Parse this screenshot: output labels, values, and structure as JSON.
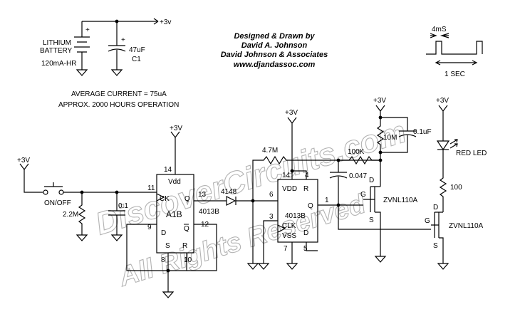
{
  "credits": {
    "line1": "Designed & Drawn by",
    "line2": "David A. Johnson",
    "line3": "David Johnson & Associates",
    "line4": "www.djandassoc.com"
  },
  "watermark": {
    "line1": "DiscoverCircuits.com",
    "line2": "All Rights Reserved"
  },
  "notes": {
    "current": "AVERAGE CURRENT = 75uA",
    "hours": "APPROX. 2000 HOURS OPERATION"
  },
  "timing": {
    "pulse": "4mS",
    "period": "1 SEC"
  },
  "labels": {
    "rail_3v": "+3V",
    "rail_3v_lower": "+3v",
    "battery_name_1": "LITHIUM",
    "battery_name_2": "BATTERY",
    "battery_capacity": "120mA-HR",
    "battery_plus": "+",
    "cap_plus": "+",
    "c1_value": "47uF",
    "c1_name": "C1",
    "switch": "ON/OFF",
    "r_2m2": "2.2M",
    "c_0_1": "0.1",
    "r_4m7": "4.7M",
    "r_100k": "100K",
    "r_10m": "10M",
    "c_0_1uf": "0.1uF",
    "c_0_047": "0.047",
    "diode": "4148",
    "led": "RED LED",
    "r_100": "100",
    "fet1": "ZVNL110A",
    "fet2": "ZVNL110A",
    "u1_name": "A1B",
    "u1_part": "4013B",
    "u2_part": "4013B",
    "vdd": "Vdd",
    "ck": "CK",
    "q": "Q",
    "d": "D",
    "s": "S",
    "r": "R",
    "qbar": "Q",
    "vdd2": "VDD",
    "clk2": "CLK",
    "vss2": "VSS",
    "fet_d": "D",
    "fet_g": "G",
    "fet_s": "S"
  },
  "pins": {
    "p14": "14",
    "p11": "11",
    "p13": "13",
    "p9": "9",
    "p12": "12",
    "p8": "8",
    "p10": "10",
    "p4": "4",
    "p6": "6",
    "p3": "3",
    "p7": "7",
    "p5": "5",
    "p1": "1",
    "p14b": "14"
  }
}
